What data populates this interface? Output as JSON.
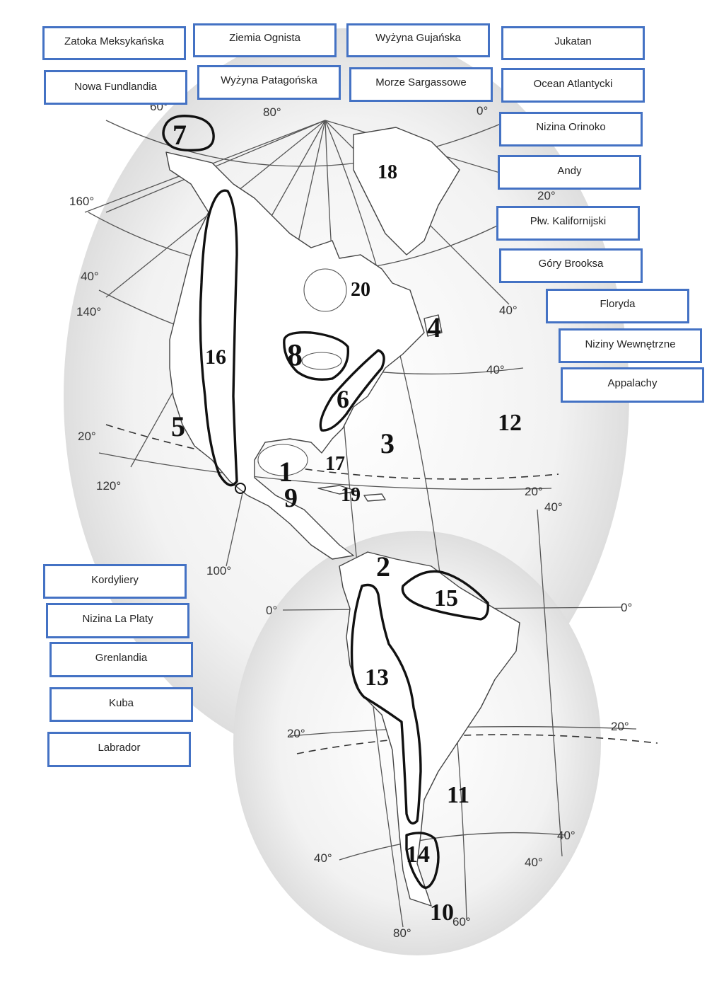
{
  "labels": [
    "Zatoka Meksykańska",
    "Ziemia Ognista",
    "Wyżyna Gujańska",
    "Jukatan",
    "Nowa Fundlandia",
    "Wyżyna Patagońska",
    "Morze Sargassowe",
    "Ocean Atlantycki",
    "Nizina Orinoko",
    "Andy",
    "Płw. Kalifornijski",
    "Góry Brooksa",
    "Floryda",
    "Niziny Wewnętrzne",
    "Appalachy",
    "Kordyliery",
    "Nizina La Platy",
    "Grenlandia",
    "Kuba",
    "Labrador"
  ],
  "map_numbers": [
    "1",
    "2",
    "3",
    "4",
    "5",
    "6",
    "7",
    "8",
    "9",
    "10",
    "11",
    "12",
    "13",
    "14",
    "15",
    "16",
    "17",
    "18",
    "19",
    "20"
  ],
  "degree_labels": {
    "n80": "80°",
    "n0": "0°",
    "n60": "60°",
    "n160": "160°",
    "n40a": "40°",
    "n140": "140°",
    "e40a": "40°",
    "e20a": "20°",
    "e40b": "40°",
    "n20l": "20°",
    "n120": "120°",
    "e20b": "20°",
    "e40c": "40°",
    "n100": "100°",
    "eq_l": "0°",
    "eq_r": "0°",
    "s20l": "20°",
    "s20r": "20°",
    "s40l": "40°",
    "s40r": "40°",
    "s40r2": "40°",
    "b80": "80°",
    "b60": "60°"
  },
  "colors": {
    "box_border": "#4472c4",
    "zone_outline": "#111111"
  }
}
